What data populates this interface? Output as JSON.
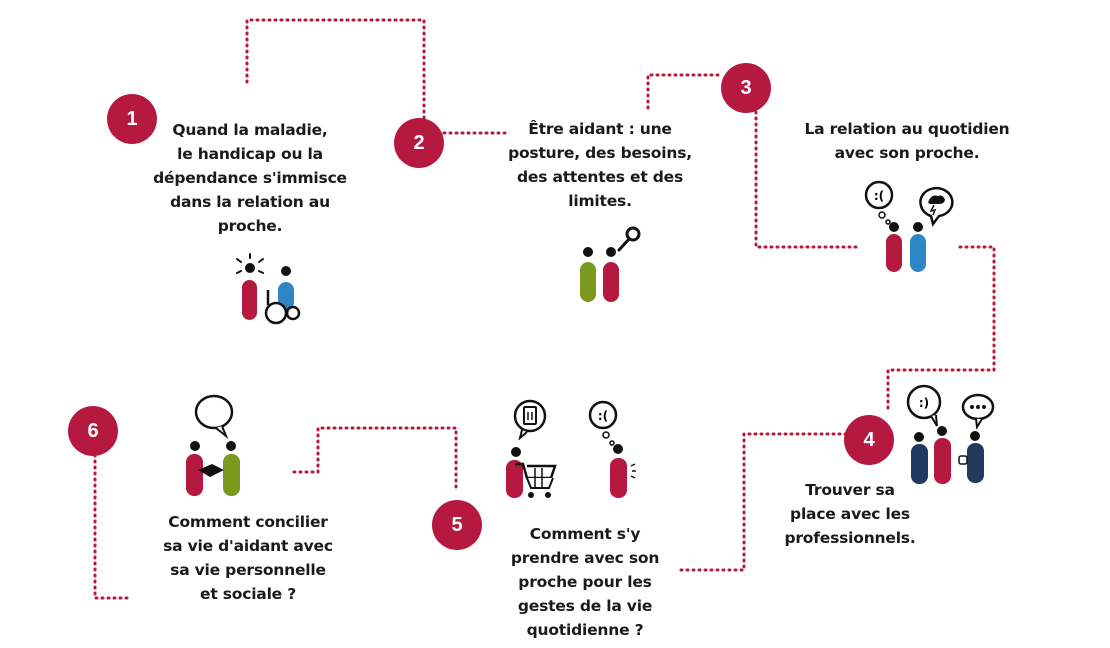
{
  "colors": {
    "accent": "#b5193f",
    "blue": "#2f86c6",
    "green": "#7a9a1e",
    "navy": "#1f3a5c",
    "ink": "#111111"
  },
  "steps": [
    {
      "number": "1",
      "text": "Quand la maladie,\nle handicap ou la\ndépendance s'immisce\ndans la relation au\nproche.",
      "icon": "person-with-wheelchair-user-icon"
    },
    {
      "number": "2",
      "text": "Être aidant : une\nposture, des besoins,\ndes attentes et des\nlimites.",
      "icon": "magnifying-glass-duo-icon"
    },
    {
      "number": "3",
      "text": "La relation au quotidien\navec son proche.",
      "icon": "thought-bubbles-duo-icon"
    },
    {
      "number": "4",
      "text": "Trouver sa\nplace avec les\nprofessionnels.",
      "icon": "professionals-group-icon"
    },
    {
      "number": "5",
      "text": "Comment s'y\nprendre avec son\nproche pour les\ngestes de la vie\nquotidienne ?",
      "icon": "shopping-cart-duo-icon"
    },
    {
      "number": "6",
      "text": "Comment concilier\nsa vie d'aidant avec\nsa vie personnelle\net sociale ?",
      "icon": "speech-bubble-duo-icon"
    }
  ]
}
